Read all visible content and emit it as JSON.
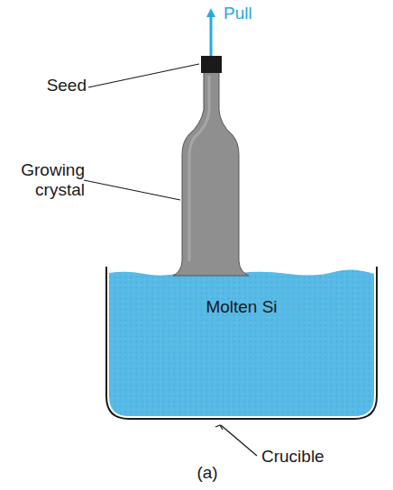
{
  "diagram": {
    "labels": [
      "Pull",
      "Seed",
      "Growing crystal",
      "Molten Si",
      "Crucible",
      "(a)"
    ]
  }
}
